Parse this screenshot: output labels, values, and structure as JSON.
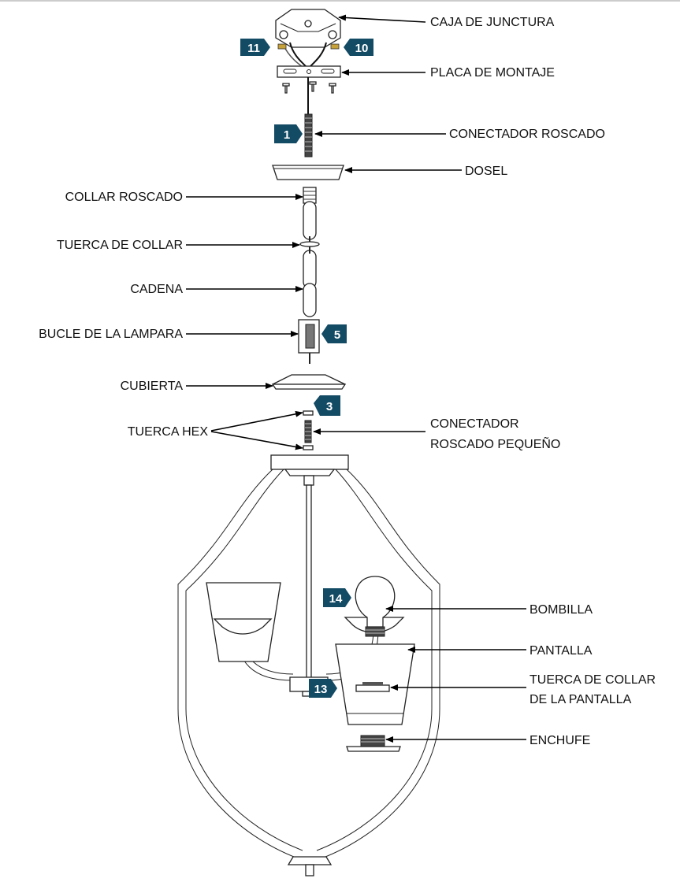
{
  "colors": {
    "badge": "#134a64",
    "line": "#000000"
  },
  "labels": {
    "junction_box": "CAJA DE JUNCTURA",
    "mounting_plate": "PLACA DE MONTAJE",
    "threaded_connector": "CONECTADOR ROSCADO",
    "canopy": "DOSEL",
    "threaded_collar": "COLLAR ROSCADO",
    "collar_nut": "TUERCA DE COLLAR",
    "chain": "CADENA",
    "lamp_loop": "BUCLE DE LA LAMPARA",
    "cover": "CUBIERTA",
    "hex_nut": "TUERCA HEX",
    "small_connector_line1": "CONECTADOR",
    "small_connector_line2": "ROSCADO PEQUEÑO",
    "bulb": "BOMBILLA",
    "shade": "PANTALLA",
    "shade_nut_line1": "TUERCA DE COLLAR",
    "shade_nut_line2": "DE LA PANTALLA",
    "socket": "ENCHUFE"
  },
  "badges": {
    "b11": "11",
    "b10": "10",
    "b1": "1",
    "b5": "5",
    "b3": "3",
    "b14": "14",
    "b13": "13"
  }
}
